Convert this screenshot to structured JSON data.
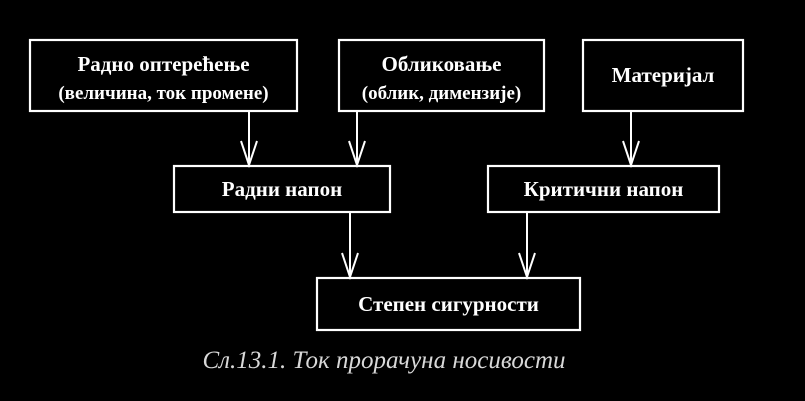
{
  "boxes": {
    "workload": {
      "label": "Радно оптерећење",
      "sublabel": "(величина, ток промене)"
    },
    "shaping": {
      "label": "Обликовање",
      "sublabel": "(облик, димензије)"
    },
    "material": {
      "label": "Материјал"
    },
    "working_stress": {
      "label": "Радни напон"
    },
    "critical_stress": {
      "label": "Критични напон"
    },
    "safety_factor": {
      "label": "Степен сигурности"
    }
  },
  "caption": "Сл.13.1. Ток прорачуна носивости",
  "colors": {
    "background": "#000000",
    "foreground": "#ffffff",
    "caption": "#d8d8d8"
  }
}
